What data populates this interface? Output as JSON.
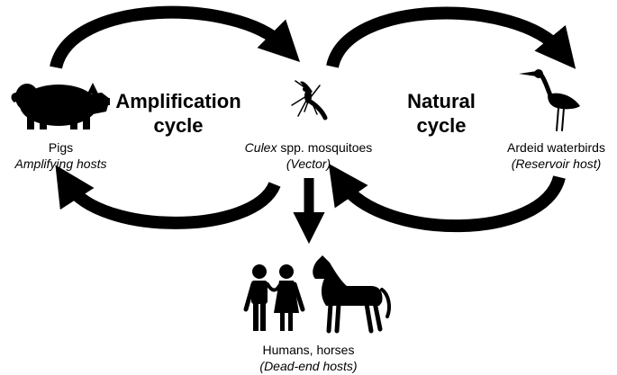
{
  "cycles": {
    "amplification": {
      "line1": "Amplification",
      "line2": "cycle"
    },
    "natural": {
      "line1": "Natural",
      "line2": "cycle"
    }
  },
  "nodes": {
    "pigs": {
      "name": "Pigs",
      "role": "Amplifying hosts",
      "icon": "pig-icon"
    },
    "mosquito": {
      "name_italic": "Culex",
      "name_rest": " spp. mosquitoes",
      "role": "(Vector)",
      "icon": "mosquito-icon"
    },
    "birds": {
      "name": "Ardeid waterbirds",
      "role": "(Reservoir host)",
      "icon": "heron-icon"
    },
    "deadend": {
      "name": "Humans, horses",
      "role": "(Dead-end hosts)",
      "icons": [
        "humans-icon",
        "horse-icon"
      ]
    }
  },
  "colors": {
    "ink": "#000000",
    "background": "#ffffff"
  }
}
